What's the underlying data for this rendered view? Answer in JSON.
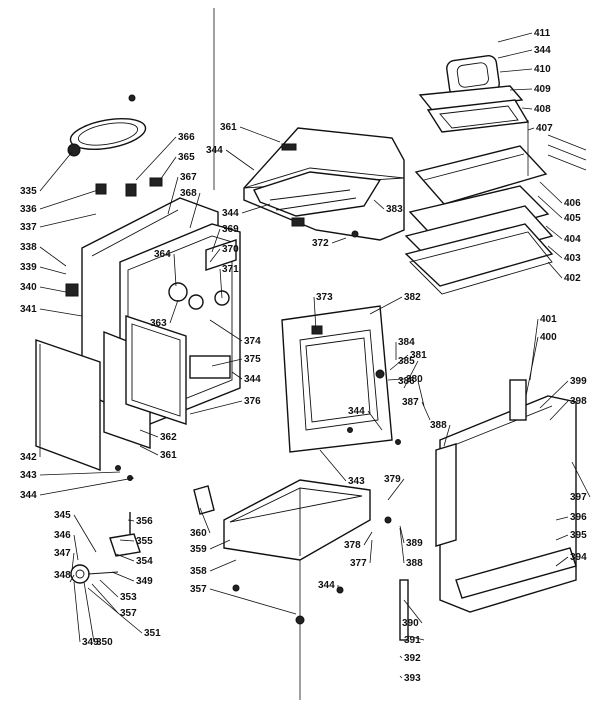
{
  "callouts": [
    "411",
    "344",
    "410",
    "409",
    "408",
    "407",
    "406",
    "405",
    "404",
    "403",
    "402",
    "401",
    "400",
    "399",
    "398",
    "397",
    "396",
    "395",
    "394",
    "366",
    "365",
    "367",
    "368",
    "369",
    "370",
    "371",
    "364",
    "363",
    "361",
    "344",
    "344",
    "372",
    "383",
    "382",
    "381",
    "380",
    "384",
    "385",
    "386",
    "387",
    "388",
    "379",
    "389",
    "388",
    "378",
    "377",
    "335",
    "336",
    "337",
    "338",
    "339",
    "340",
    "341",
    "342",
    "343",
    "344",
    "374",
    "375",
    "344",
    "376",
    "362",
    "361",
    "373",
    "344",
    "343",
    "356",
    "355",
    "354",
    "349",
    "353",
    "357",
    "351",
    "350",
    "349",
    "345",
    "346",
    "347",
    "348",
    "360",
    "359",
    "358",
    "357",
    "344",
    "390",
    "391",
    "392",
    "393"
  ]
}
